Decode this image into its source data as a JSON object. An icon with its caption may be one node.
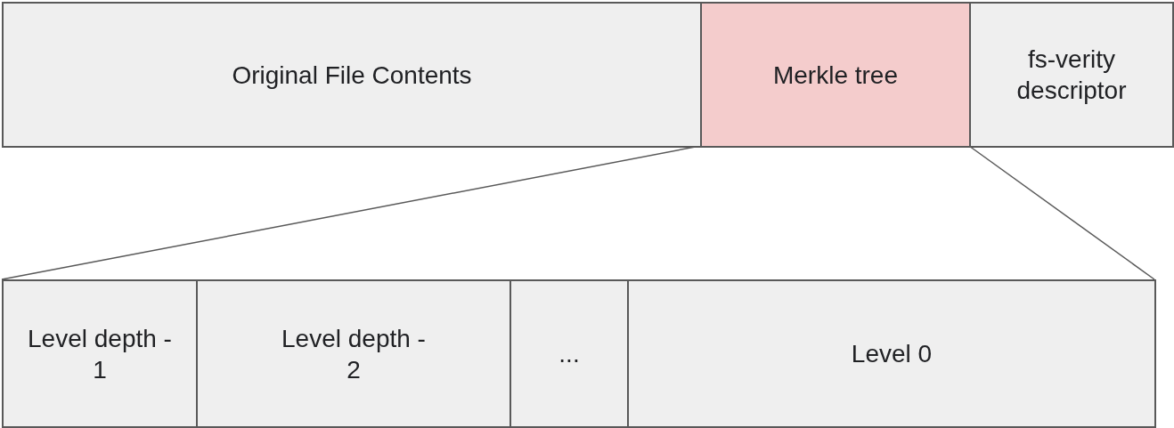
{
  "diagram": {
    "nodes": [
      {
        "text": [
          "Original File Contents"
        ]
      },
      {
        "text": [
          "Merkle tree"
        ]
      },
      {
        "text": [
          "fs-verity descriptor"
        ]
      },
      {
        "text": [],
        "shape": "box"
      },
      {
        "text": [
          "Level depth - 1"
        ],
        "in": 3
      },
      {
        "text": [
          "Level depth - 2"
        ],
        "in": 3
      },
      {
        "text": [
          "..."
        ],
        "in": 3
      },
      {
        "text": [
          "Level 0"
        ],
        "in": 3
      }
    ],
    "edges": [
      {
        "from": 1,
        "to": 3,
        "arrow": "none"
      },
      {
        "from": 1,
        "to": 3,
        "arrow": "none"
      }
    ]
  }
}
